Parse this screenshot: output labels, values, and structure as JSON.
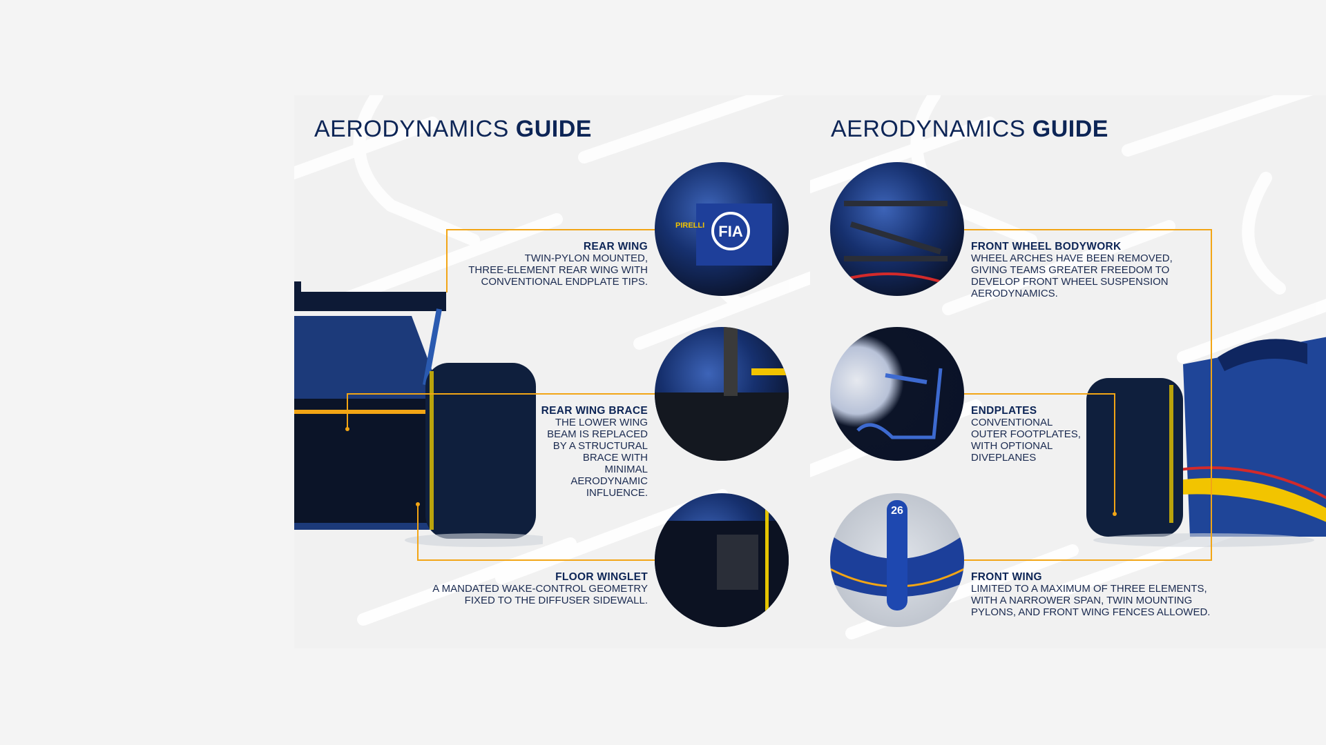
{
  "left_panel": {
    "title_regular": "AERODYNAMICS",
    "title_bold": "GUIDE",
    "callouts": [
      {
        "heading": "REAR WING",
        "lines": [
          "TWIN-PYLON MOUNTED,",
          "THREE-ELEMENT REAR WING WITH",
          "CONVENTIONAL ENDPLATE TIPS."
        ]
      },
      {
        "heading": "REAR WING BRACE",
        "lines": [
          "THE LOWER WING",
          "BEAM IS REPLACED",
          "BY A STRUCTURAL",
          "BRACE WITH",
          "MINIMAL",
          "AERODYNAMIC",
          "INFLUENCE."
        ]
      },
      {
        "heading": "FLOOR WINGLET",
        "lines": [
          "A MANDATED WAKE-CONTROL GEOMETRY",
          "FIXED TO THE DIFFUSER SIDEWALL."
        ]
      }
    ]
  },
  "right_panel": {
    "title_regular": "AERODYNAMICS",
    "title_bold": "GUIDE",
    "callouts": [
      {
        "heading": "FRONT WHEEL BODYWORK",
        "lines": [
          "WHEEL ARCHES HAVE BEEN REMOVED,",
          "GIVING TEAMS GREATER FREEDOM TO",
          "DEVELOP FRONT WHEEL SUSPENSION",
          "AERODYNAMICS."
        ]
      },
      {
        "heading": "ENDPLATES",
        "lines": [
          "CONVENTIONAL",
          "OUTER FOOTPLATES,",
          "WITH OPTIONAL",
          "DIVEPLANES"
        ]
      },
      {
        "heading": "FRONT WING",
        "lines": [
          "LIMITED TO A MAXIMUM OF THREE ELEMENTS,",
          "WITH A NARROWER SPAN, TWIN MOUNTING",
          "PYLONS, AND FRONT WING FENCES ALLOWED."
        ]
      }
    ]
  },
  "image_labels": {
    "fia": "FIA",
    "pirelli": "PIRELLI",
    "car_number": "26"
  },
  "colors": {
    "navy": "#0d2556",
    "accent": "#f2a515",
    "background": "#f4f4f4"
  }
}
